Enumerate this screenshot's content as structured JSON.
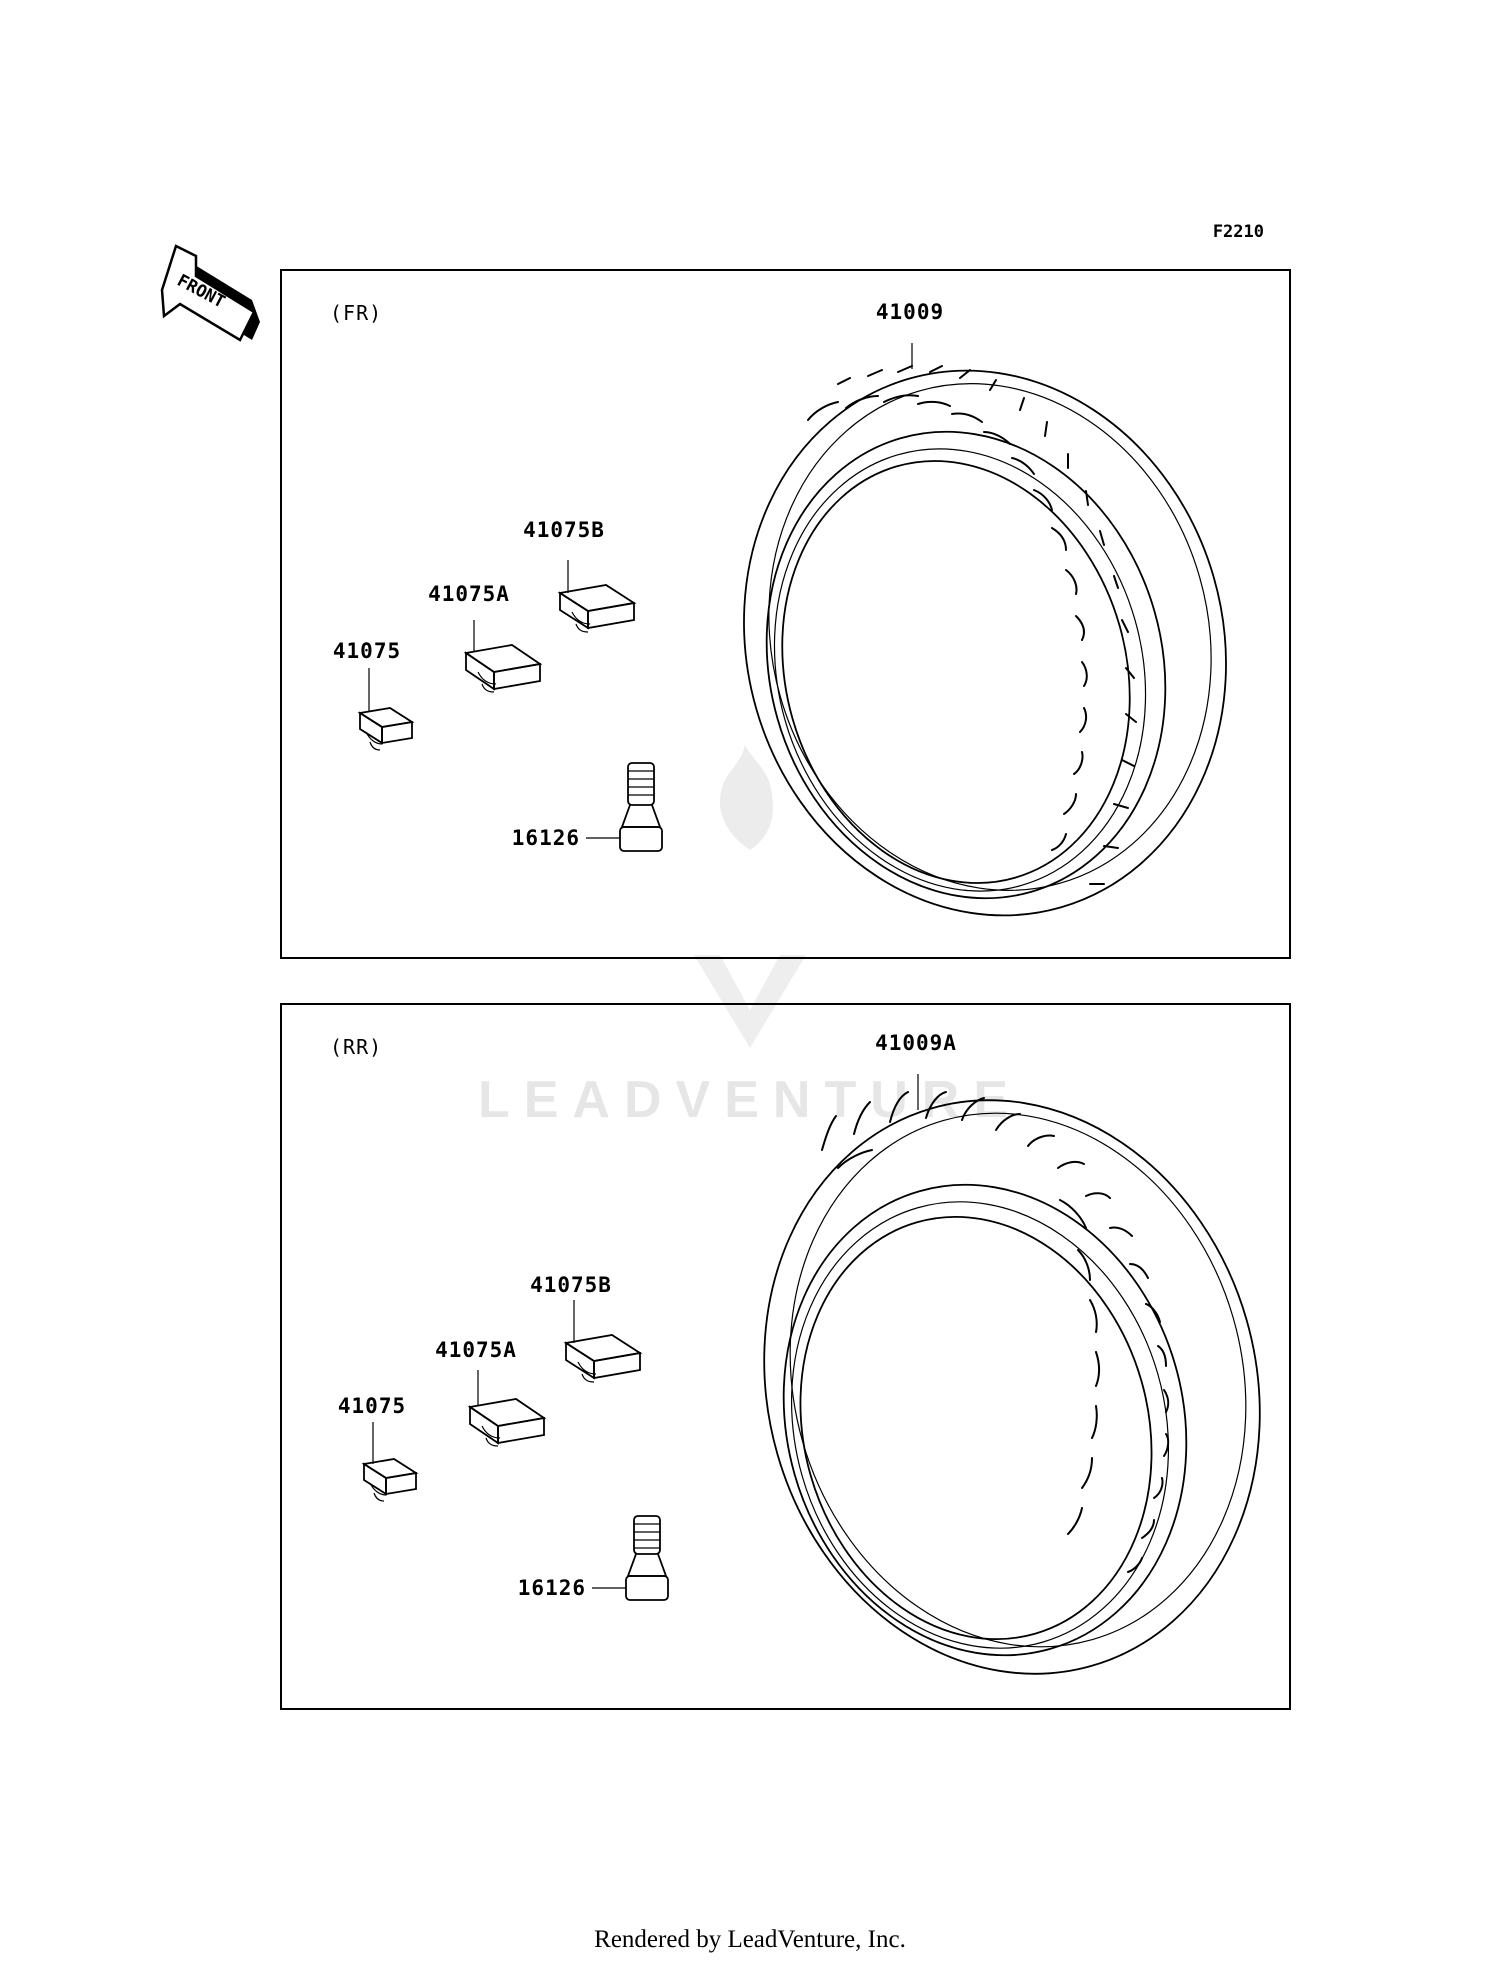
{
  "diagram_code": "F2210",
  "front_arrow_label": "FRONT",
  "watermark": "LEADVENTURE",
  "footer": "Rendered by LeadVenture, Inc.",
  "panels": [
    {
      "section_label": "(FR)",
      "parts": {
        "tire": "41009",
        "weight_b": "41075B",
        "weight_a": "41075A",
        "weight": "41075",
        "valve": "16126"
      }
    },
    {
      "section_label": "(RR)",
      "parts": {
        "tire": "41009A",
        "weight_b": "41075B",
        "weight_a": "41075A",
        "weight": "41075",
        "valve": "16126"
      }
    }
  ],
  "icons": [
    "front-arrow-icon",
    "tire-icon",
    "balance-weight-icon",
    "valve-stem-icon",
    "leadventure-logo-icon"
  ]
}
